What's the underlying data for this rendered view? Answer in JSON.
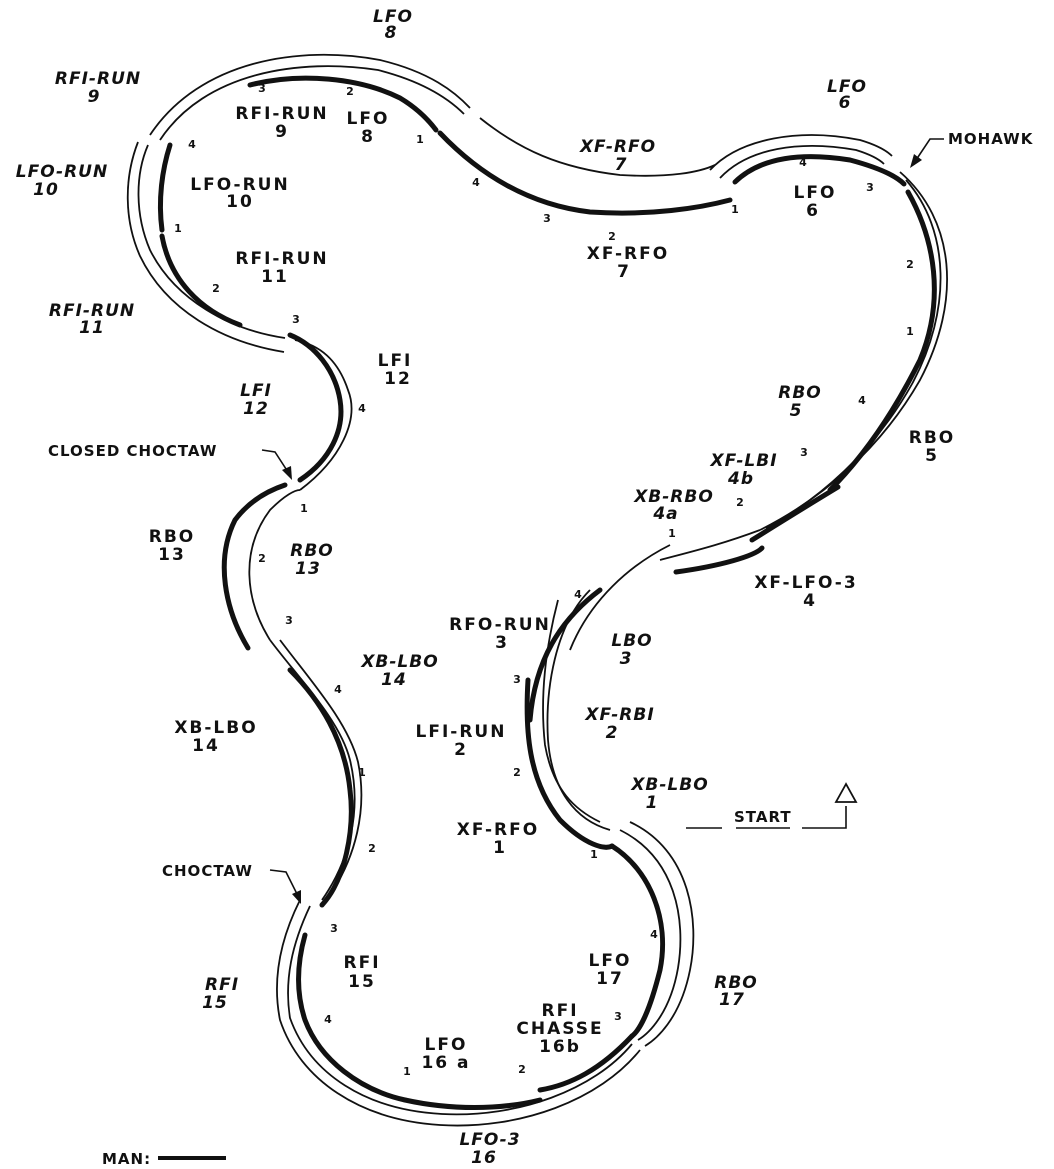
{
  "man_labels": [
    {
      "t1": "RFI-RUN",
      "t2": "9"
    },
    {
      "t1": "LFO",
      "t2": "8"
    },
    {
      "t1": "LFO-RUN",
      "t2": "10"
    },
    {
      "t1": "RFI-RUN",
      "t2": "11"
    },
    {
      "t1": "LFI",
      "t2": "12"
    },
    {
      "t1": "LFO",
      "t2": "6"
    },
    {
      "t1": "XF-RFO",
      "t2": "7"
    },
    {
      "t1": "RBO",
      "t2": "5"
    },
    {
      "t1": "XF-LFO-3",
      "t2": "4"
    },
    {
      "t1": "RBO",
      "t2": "13"
    },
    {
      "t1": "RFO-RUN",
      "t2": "3"
    },
    {
      "t1": "XB-LBO",
      "t2": "14"
    },
    {
      "t1": "LFI-RUN",
      "t2": "2"
    },
    {
      "t1": "XF-RFO",
      "t2": "1"
    },
    {
      "t1": "RFI",
      "t2": "15"
    },
    {
      "t1": "LFO",
      "t2": "17"
    },
    {
      "t1": "RFI",
      "t2": "CHASSE",
      "t3": "16b"
    },
    {
      "t1": "LFO",
      "t2": "16 a"
    }
  ],
  "lady_labels": [
    {
      "t1": "LFO",
      "t2": "8"
    },
    {
      "t1": "RFI-RUN",
      "t2": "9"
    },
    {
      "t1": "LFO-RUN",
      "t2": "10"
    },
    {
      "t1": "RFI-RUN",
      "t2": "11"
    },
    {
      "t1": "LFI",
      "t2": "12"
    },
    {
      "t1": "XF-RFO",
      "t2": "7"
    },
    {
      "t1": "LFO",
      "t2": "6"
    },
    {
      "t1": "RBO",
      "t2": "5"
    },
    {
      "t1": "XF-LBI",
      "t2": "4b"
    },
    {
      "t1": "XB-RBO",
      "t2": "4a"
    },
    {
      "t1": "RBO",
      "t2": "13"
    },
    {
      "t1": "XB-LBO",
      "t2": "14"
    },
    {
      "t1": "LBO",
      "t2": "3"
    },
    {
      "t1": "XF-RBI",
      "t2": "2"
    },
    {
      "t1": "XB-LBO",
      "t2": "1"
    },
    {
      "t1": "RFI",
      "t2": "15"
    },
    {
      "t1": "RBO",
      "t2": "17"
    },
    {
      "t1": "LFO-3",
      "t2": "16"
    }
  ],
  "annotations": {
    "mohawk": "MOHAWK",
    "closed_choctaw": "CLOSED CHOCTAW",
    "choctaw": "CHOCTAW",
    "start": "START",
    "man_legend": "MAN:"
  },
  "beat_numbers": [
    "1",
    "2",
    "3",
    "4"
  ]
}
